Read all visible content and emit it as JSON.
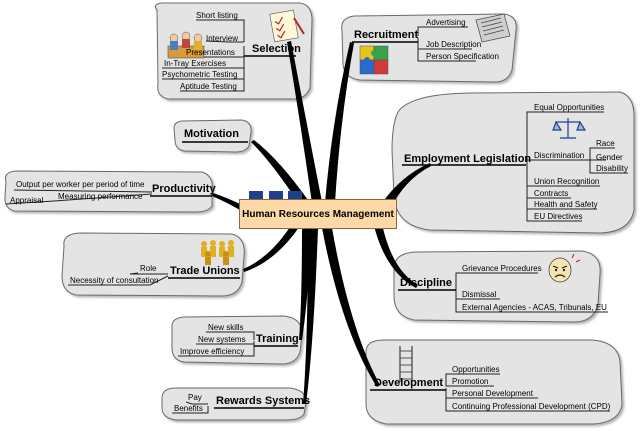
{
  "center": "Human Resources Management",
  "colors": {
    "bubble": "#e4e4e4",
    "bubble_border": "#6a6a6a",
    "branch": "#000000",
    "center_fill": "#fcd9a6",
    "accent_blue": "#1f3f8f"
  },
  "branches": {
    "selection": {
      "title": "Selection",
      "items": [
        "Short listing",
        "Interview",
        "Presentations",
        "In-Tray Exercises",
        "Psychometric Testing",
        "Aptitude Testing"
      ],
      "icon": "people-meeting-icon"
    },
    "recruitment": {
      "title": "Recruitment",
      "items": [
        "Advertising",
        "Job Description",
        "Person Specification"
      ],
      "icon": "newspaper-icon"
    },
    "motivation": {
      "title": "Motivation"
    },
    "productivity": {
      "title": "Productivity",
      "items": [
        "Output per worker per period of time",
        "Measuring performance",
        "Appraisal"
      ]
    },
    "employment": {
      "title": "Employment Legislation",
      "items": [
        "Equal Opportunities",
        "Discrimination",
        "Union Recognition",
        "Contracts",
        "Health and Safety",
        "EU Directives"
      ],
      "discrimination_items": [
        "Race",
        "Gender",
        "Disability"
      ],
      "icon": "scales-icon"
    },
    "trade_unions": {
      "title": "Trade Unions",
      "items": [
        "Role",
        "Necessity of consultation"
      ],
      "icon": "crowd-icon"
    },
    "discipline": {
      "title": "Discipline",
      "items": [
        "Grievance Procedures",
        "Dismissal",
        "External Agencies - ACAS, Tribunals, EU"
      ],
      "icon": "angry-face-icon"
    },
    "training": {
      "title": "Training",
      "items": [
        "New skills",
        "New systems",
        "Improve efficiency"
      ]
    },
    "development": {
      "title": "Development",
      "items": [
        "Opportunities",
        "Promotion",
        "Personal Development",
        "Continuing Professional Development (CPD)"
      ],
      "icon": "ladder-icon"
    },
    "rewards": {
      "title": "Rewards Systems",
      "items": [
        "Pay",
        "Benefits"
      ]
    }
  }
}
